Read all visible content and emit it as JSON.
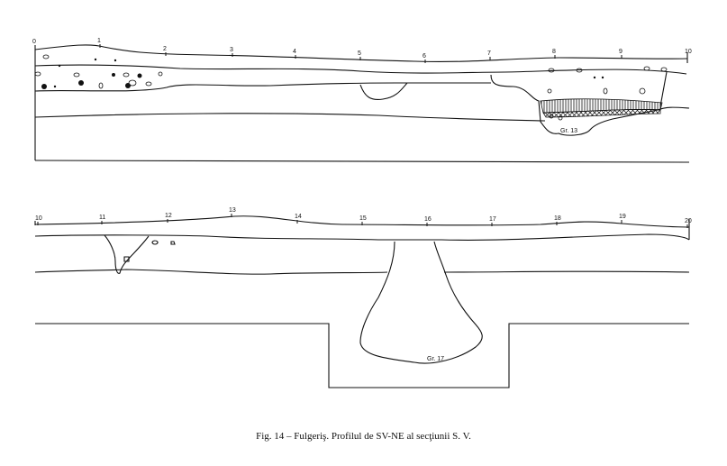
{
  "figure": {
    "caption": "Fig. 14 – Fulgeriş. Profilul de SV-NE al secţiunii S. V.",
    "top_profile": {
      "markers": [
        "0",
        "1",
        "2",
        "3",
        "4",
        "5",
        "6",
        "7",
        "8",
        "9",
        "10"
      ],
      "feature_label": "Gr. 13"
    },
    "bottom_profile": {
      "markers": [
        "10",
        "11",
        "12",
        "13",
        "14",
        "15",
        "16",
        "17",
        "18",
        "19",
        "20"
      ],
      "feature_label": "Gr. 17"
    },
    "colors": {
      "ink": "#111111",
      "paper": "#ffffff"
    }
  }
}
